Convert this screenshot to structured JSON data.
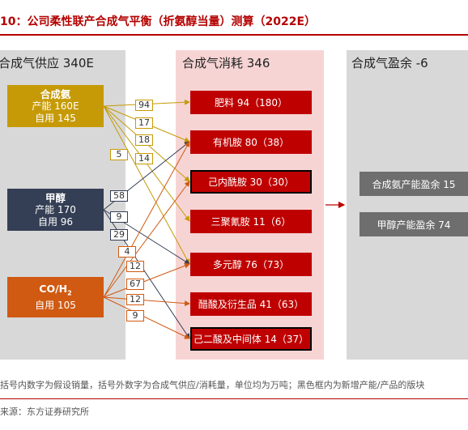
{
  "title": "10：公司柔性联产合成气平衡（折氨醇当量）测算（2022E）",
  "panels": {
    "supply": "合成气供应 340E",
    "consume": "合成气消耗 346",
    "surplus": "合成气盈余 -6"
  },
  "sources": [
    {
      "id": "ammonia",
      "name": "合成氨",
      "line1": "产能 160E",
      "line2": "自用 145",
      "color": "#c69a06"
    },
    {
      "id": "methanol",
      "name": "甲醇",
      "line1": "产能 170",
      "line2": "自用 96",
      "color": "#343f55"
    },
    {
      "id": "co",
      "name_main": "CO/H",
      "name_sub": "2",
      "line1": "自用 105",
      "color": "#d05a12"
    }
  ],
  "destinations": [
    {
      "label": "肥料 94（180）",
      "new": false
    },
    {
      "label": "有机胺 80（38）",
      "new": false
    },
    {
      "label": "己内酰胺 30（30）",
      "new": true
    },
    {
      "label": "三聚氰胺 11（6）",
      "new": false
    },
    {
      "label": "多元醇 76（73）",
      "new": false
    },
    {
      "label": "醋酸及衍生品 41（63）",
      "new": false
    },
    {
      "label": "己二酸及中间体 14（37）",
      "new": true
    }
  ],
  "surplus": [
    {
      "label": "合成氨产能盈余 15"
    },
    {
      "label": "甲醇产能盈余 74"
    }
  ],
  "flows": [
    {
      "from": 0,
      "to": 0,
      "value": "94"
    },
    {
      "from": 0,
      "to": 1,
      "value": "17"
    },
    {
      "from": 0,
      "to": 2,
      "value": "18"
    },
    {
      "from": 0,
      "to": 3,
      "value": "14"
    },
    {
      "from": 0,
      "to": 4,
      "value": "5"
    },
    {
      "from": 1,
      "to": 1,
      "value": "58"
    },
    {
      "from": 1,
      "to": 4,
      "value": "9"
    },
    {
      "from": 1,
      "to": 6,
      "value": "29"
    },
    {
      "from": 2,
      "to": 1,
      "value": "4"
    },
    {
      "from": 2,
      "to": 2,
      "value": "12"
    },
    {
      "from": 2,
      "to": 4,
      "value": "67"
    },
    {
      "from": 2,
      "to": 5,
      "value": "12"
    },
    {
      "from": 2,
      "to": 6,
      "value": "9"
    }
  ],
  "note": "括号内数字为假设销量，括号外数字为合成气供应/消耗量，单位均为万吨；黑色框内为新增产能/产品的版块",
  "source": "来源：东方证券研究所"
}
